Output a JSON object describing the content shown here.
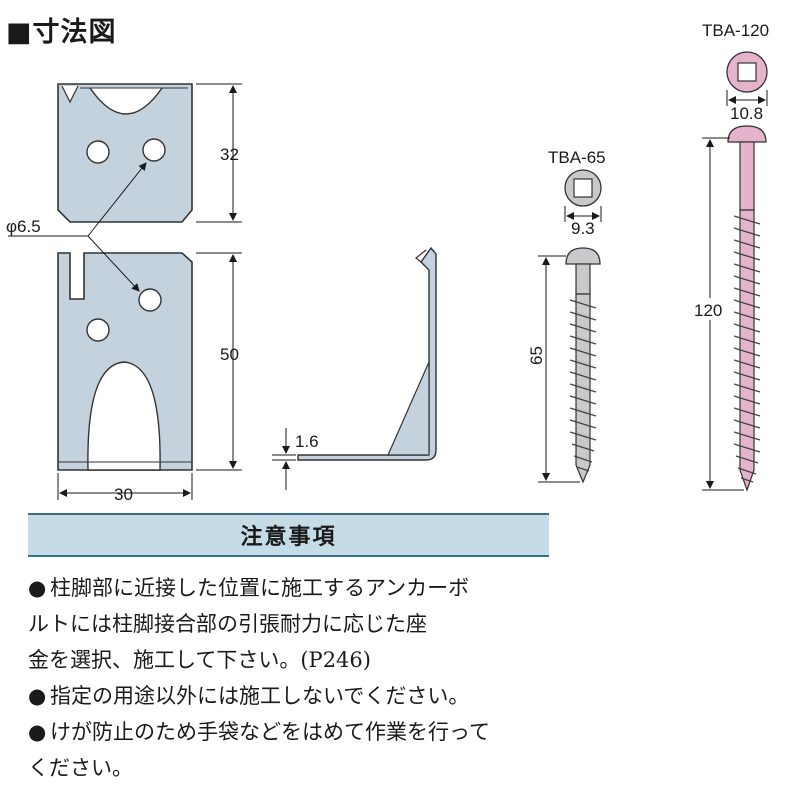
{
  "heading": "■寸法図",
  "bracket": {
    "hole_diameter_label": "φ6.5",
    "height_upper_label": "32",
    "height_lower_label": "50",
    "width_label": "30",
    "thickness_label": "1.6"
  },
  "screws": [
    {
      "name": "TBA-65",
      "head_diameter_label": "9.3",
      "length_label": "65",
      "color": "#c9c9cc"
    },
    {
      "name": "TBA-120",
      "head_diameter_label": "10.8",
      "length_label": "120",
      "color": "#e6b3cc"
    }
  ],
  "colors": {
    "bracket_fill": "#c4d2de",
    "notes_bar": "#c5dce6",
    "notes_border": "#3b6f86"
  },
  "notes": {
    "title": "注意事項",
    "bullet": "●",
    "items": [
      {
        "lines": [
          "柱脚部に近接した位置に施工するアンカーボ",
          "ルトには柱脚接合部の引張耐力に応じた座",
          "金を選択、施工して下さい。(P246)"
        ]
      },
      {
        "lines": [
          "指定の用途以外には施工しないでください。"
        ]
      },
      {
        "lines": [
          "けが防止のため手袋などをはめて作業を行って",
          "ください。"
        ]
      }
    ]
  }
}
